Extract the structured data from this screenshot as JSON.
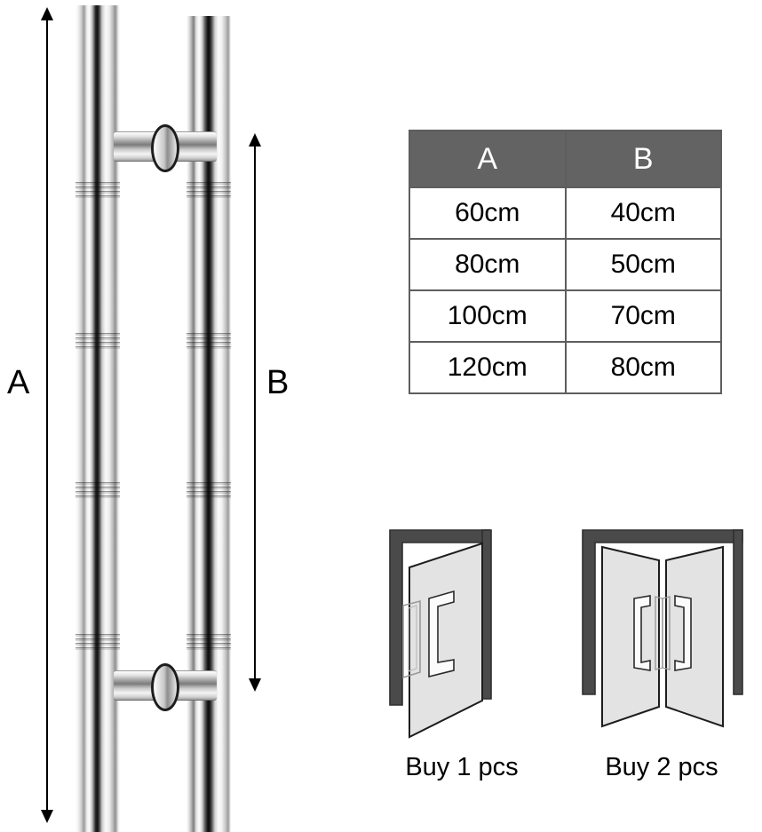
{
  "product": {
    "name": "stainless-steel-glass-door-pull-handle",
    "dimension_labels": {
      "a": "A",
      "b": "B"
    }
  },
  "size_table": {
    "headers": [
      "A",
      "B"
    ],
    "rows": [
      [
        "60cm",
        "40cm"
      ],
      [
        "80cm",
        "50cm"
      ],
      [
        "100cm",
        "70cm"
      ],
      [
        "120cm",
        "80cm"
      ]
    ],
    "header_bg": "#636363",
    "border_color": "#5e5e5e"
  },
  "purchase_options": [
    {
      "caption": "Buy 1 pcs",
      "doors": 1,
      "icon": "single-door-icon"
    },
    {
      "caption": "Buy 2 pcs",
      "doors": 2,
      "icon": "double-door-icon"
    }
  ]
}
